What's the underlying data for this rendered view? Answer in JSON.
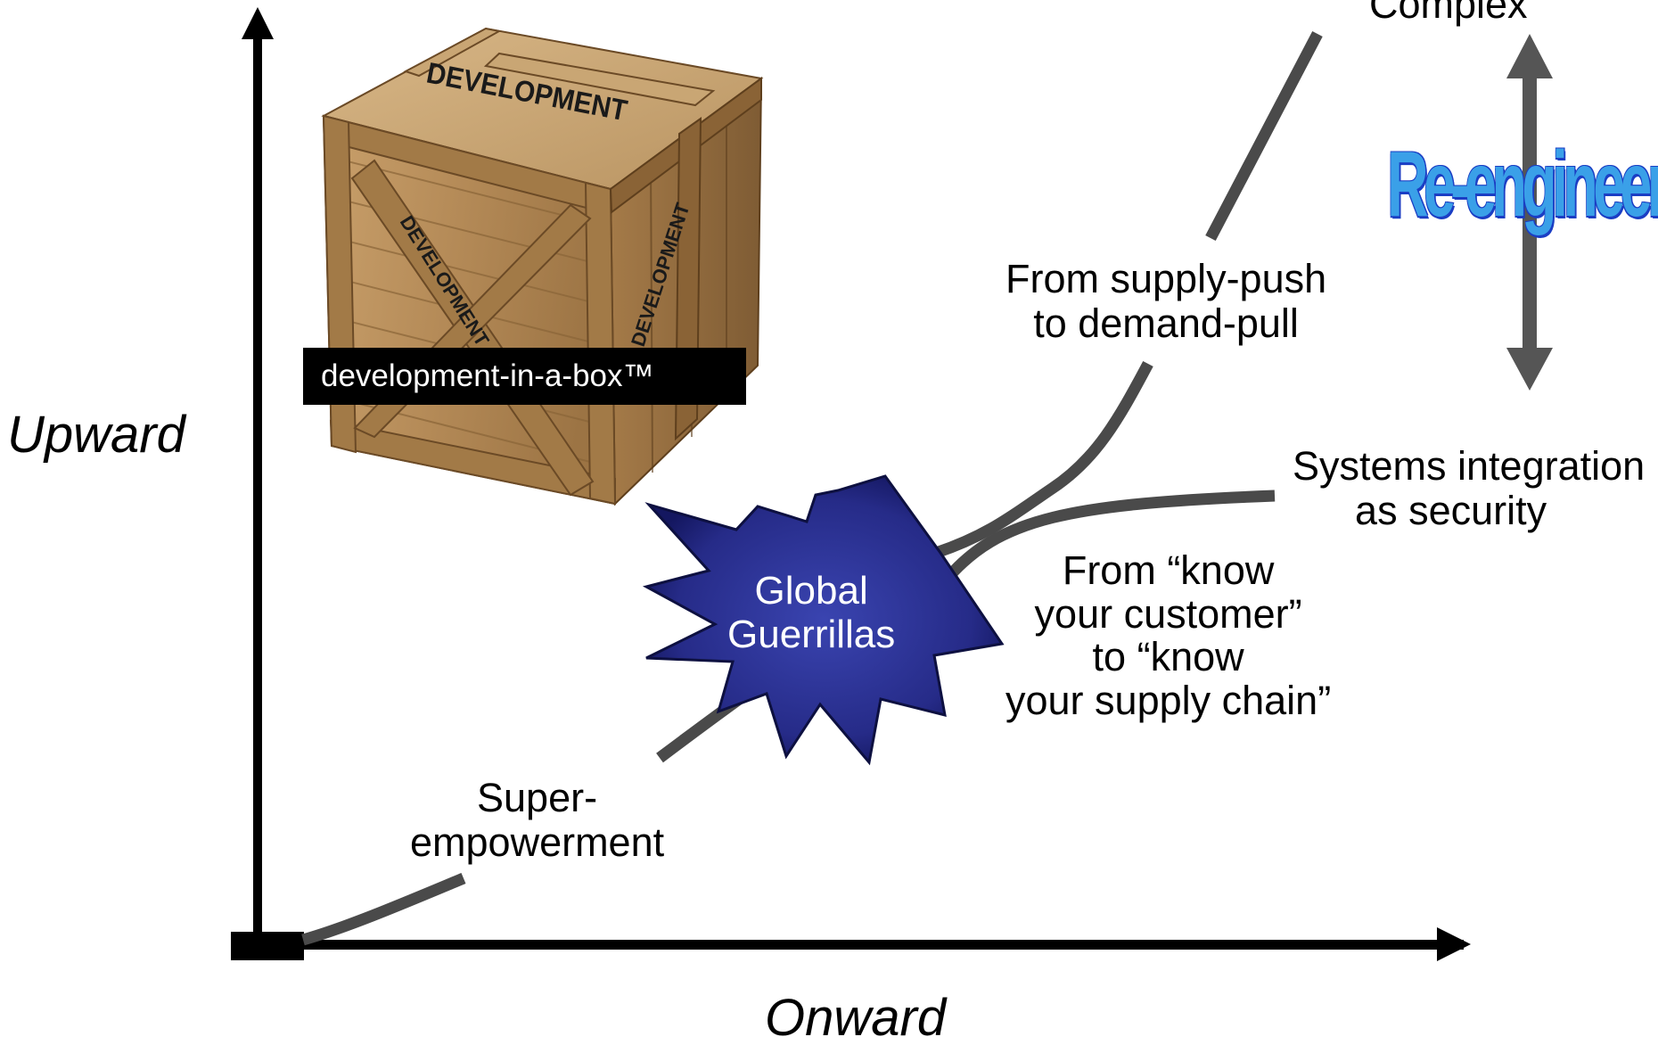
{
  "axes": {
    "y_label": "Upward",
    "x_label": "Onward"
  },
  "crate": {
    "stencil_top": "DEVELOPMENT",
    "stencil_front": "DEVELOPMENT",
    "stencil_side": "DEVELOPMENT",
    "caption": "development-in-a-box™"
  },
  "labels": {
    "complex": "Complex",
    "supply_push_line1": "From supply-push",
    "supply_push_line2": "to demand-pull",
    "systems_line1": "Systems integration",
    "systems_line2": "as security",
    "know_line1": "From “know",
    "know_line2": "your customer”",
    "know_line3": "to “know",
    "know_line4": "your supply chain”",
    "super_line1": "Super-",
    "super_line2": "empowerment"
  },
  "starburst": {
    "line1": "Global",
    "line2": "Guerrillas"
  },
  "wordart": {
    "text": "Re-engineer"
  },
  "colors": {
    "axis": "#000000",
    "curve": "#4a4a4a",
    "starburst_fill": "#2a2f8c",
    "starburst_edge": "#0d1040",
    "wordart_fill": "#3aa0e8",
    "wordart_outline": "#1b3ec4",
    "crate_wood": "#b8915e"
  }
}
